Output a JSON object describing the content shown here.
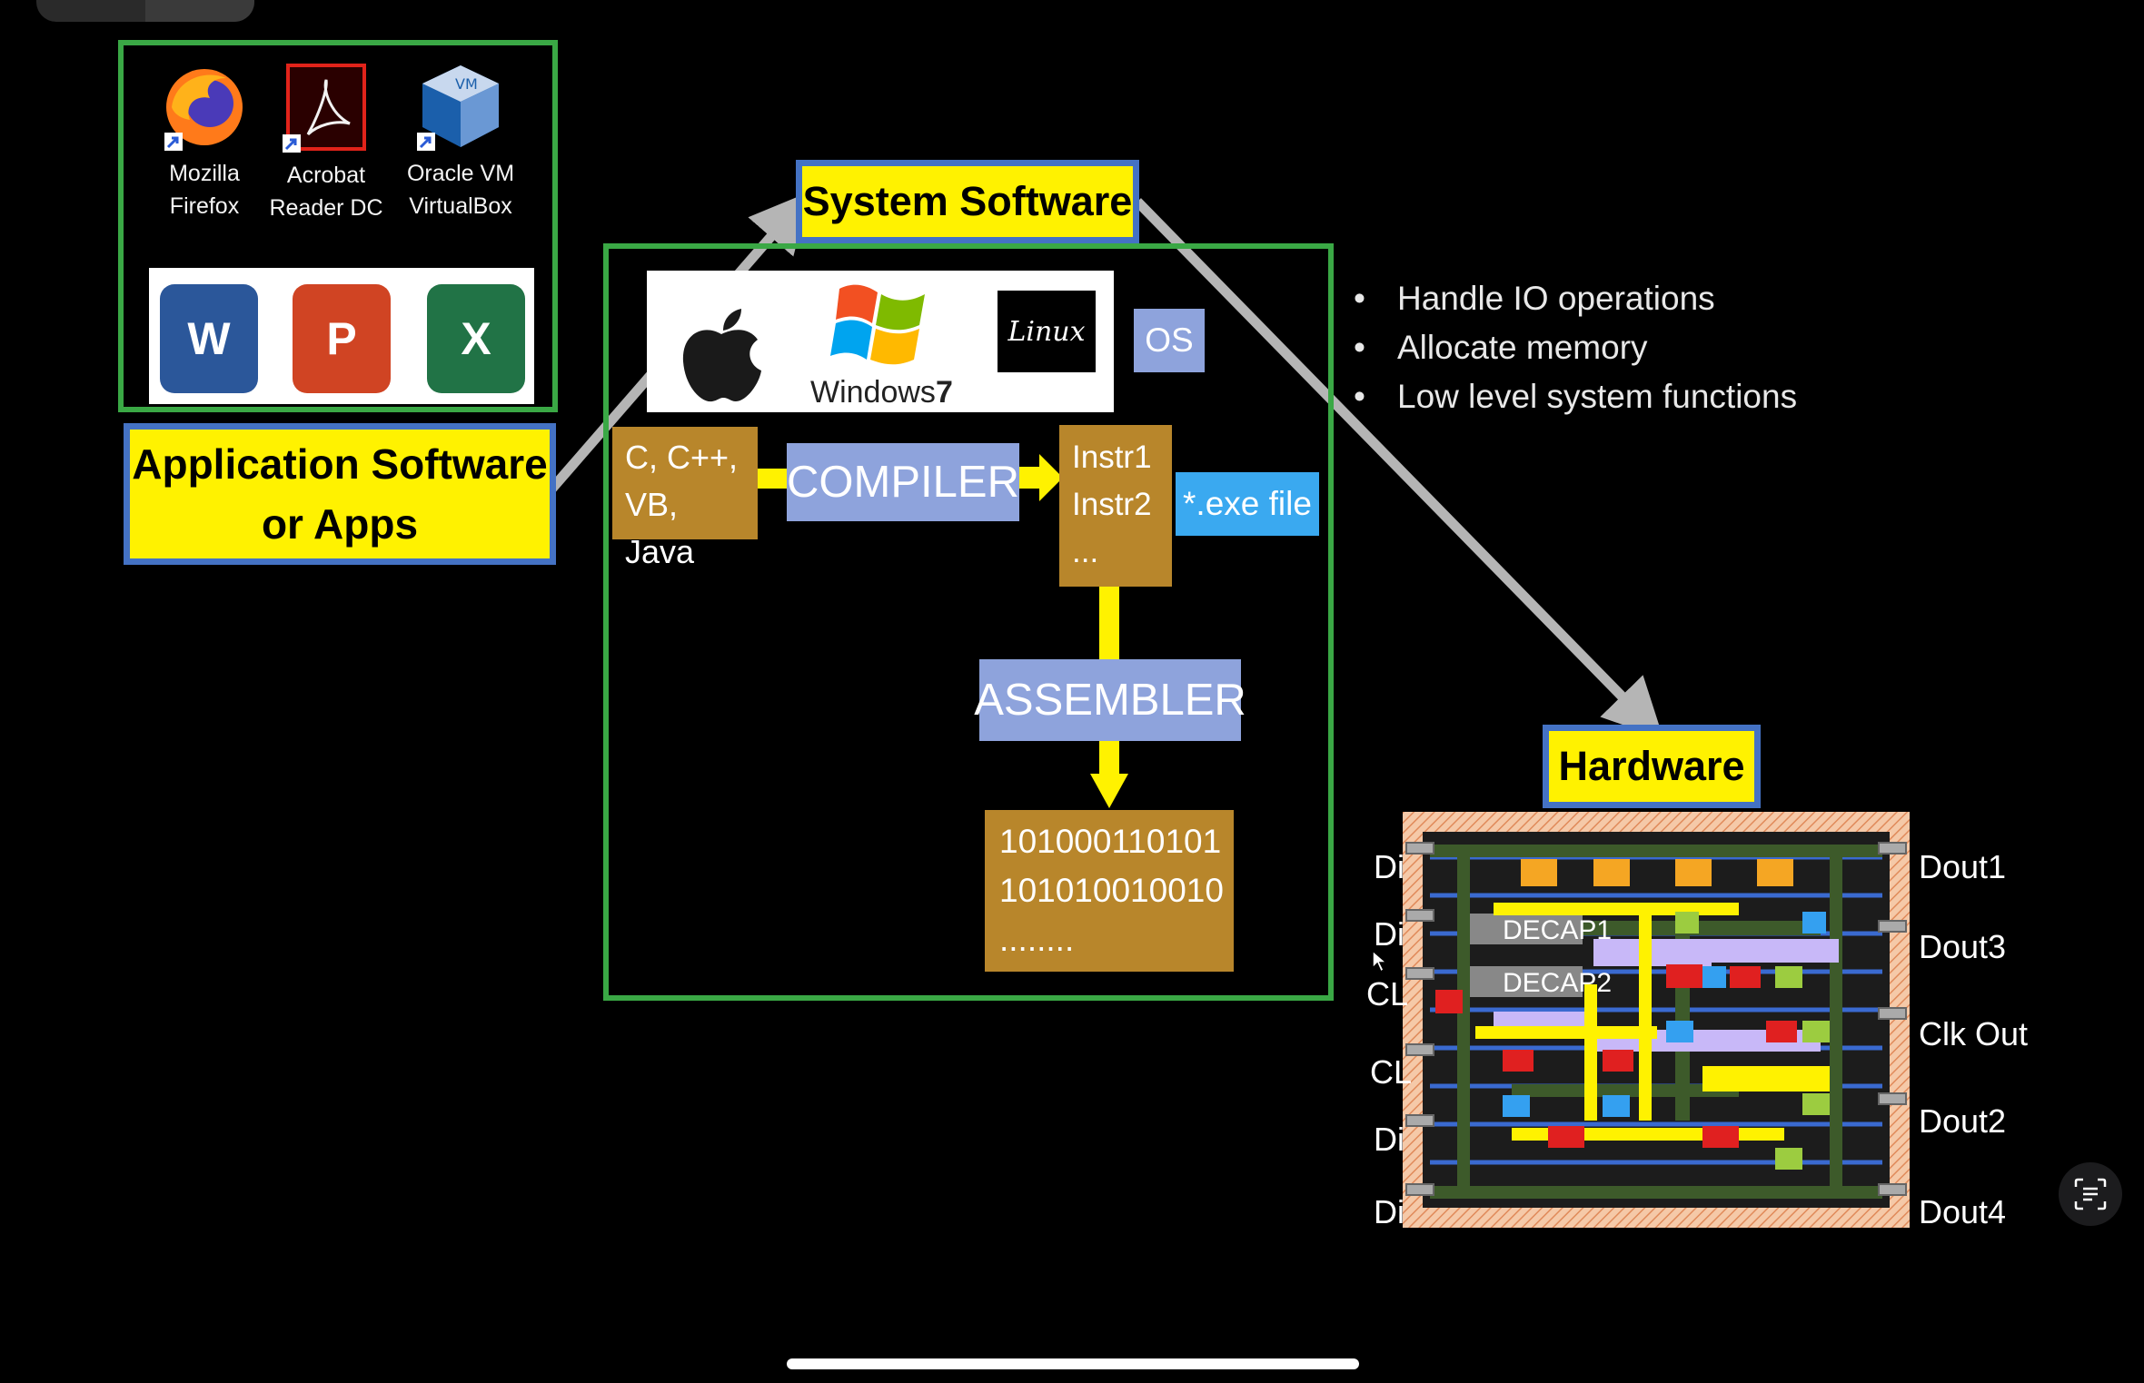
{
  "app_software": {
    "desktop_icons": [
      {
        "name": "firefox-icon",
        "line1": "Mozilla",
        "line2": "Firefox"
      },
      {
        "name": "acrobat-icon",
        "line1": "Acrobat",
        "line2": "Reader DC"
      },
      {
        "name": "virtualbox-icon",
        "line1": "Oracle VM",
        "line2": "VirtualBox"
      }
    ],
    "office_icons": [
      {
        "name": "word-icon",
        "letter": "W",
        "color": "#2b579a"
      },
      {
        "name": "powerpoint-icon",
        "letter": "P",
        "color": "#d04423"
      },
      {
        "name": "excel-icon",
        "letter": "X",
        "color": "#217346"
      }
    ],
    "title_line1": "Application Software",
    "title_line2": "or Apps"
  },
  "system_software": {
    "title": "System Software",
    "os_logos": [
      {
        "name": "apple-icon"
      },
      {
        "name": "windows7-icon",
        "text": "Windows",
        "suffix": "7"
      },
      {
        "name": "linux-icon",
        "text": "Linux"
      }
    ],
    "os_tag": "OS",
    "source_line1": "C, C++,",
    "source_line2": "VB, Java",
    "compiler": "COMPILER",
    "instr_line1": "Instr1",
    "instr_line2": "Instr2",
    "instr_line3": "...",
    "exe": "*.exe file",
    "assembler": "ASSEMBLER",
    "binary_line1": "101000110101",
    "binary_line2": "101010010010",
    "binary_line3": "........"
  },
  "os_functions": [
    "Handle IO operations",
    "Allocate memory",
    "Low level system functions"
  ],
  "hardware": {
    "title": "Hardware",
    "left_pins": [
      "Di",
      "Di",
      "CL",
      "CL",
      "Di",
      "Di"
    ],
    "right_pins": [
      "Dout1",
      "Dout3",
      "Clk Out",
      "Dout2",
      "Dout4"
    ],
    "cells": [
      "DECAP1",
      "DECAP2"
    ]
  },
  "colors": {
    "green_border": "#3aa845",
    "label_yellow": "#fff200",
    "label_border": "#4472c4",
    "compiler_blue": "#8ea3dc",
    "gold": "#b8862b",
    "exe_cyan": "#3aa9f0",
    "arrow_gray": "#b5b5b5"
  }
}
